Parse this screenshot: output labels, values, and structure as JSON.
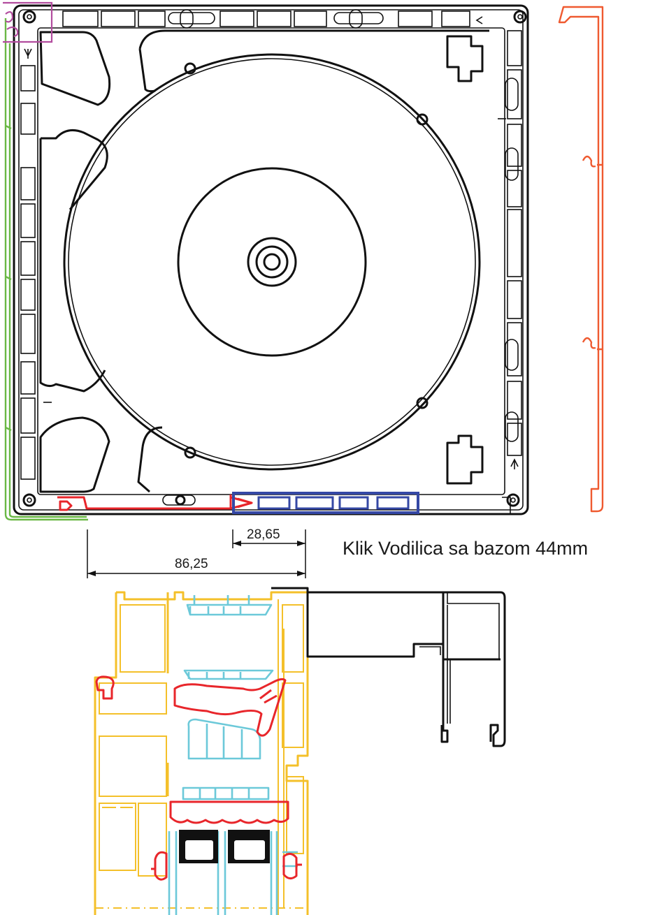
{
  "caption": "Klik Vodilica sa bazom 44mm",
  "dimensions": {
    "inner": "28,65",
    "outer": "86,25"
  },
  "colors": {
    "frame": "#111111",
    "guide_rail_orange": "#ef5a30",
    "profile_yellow": "#f4c02a",
    "glazing_cyan": "#6cc9d9",
    "gasket_red": "#e8262b",
    "adapter_blue": "#3548a5",
    "side_green": "#6ab845",
    "clip_purple": "#b24c9e"
  }
}
